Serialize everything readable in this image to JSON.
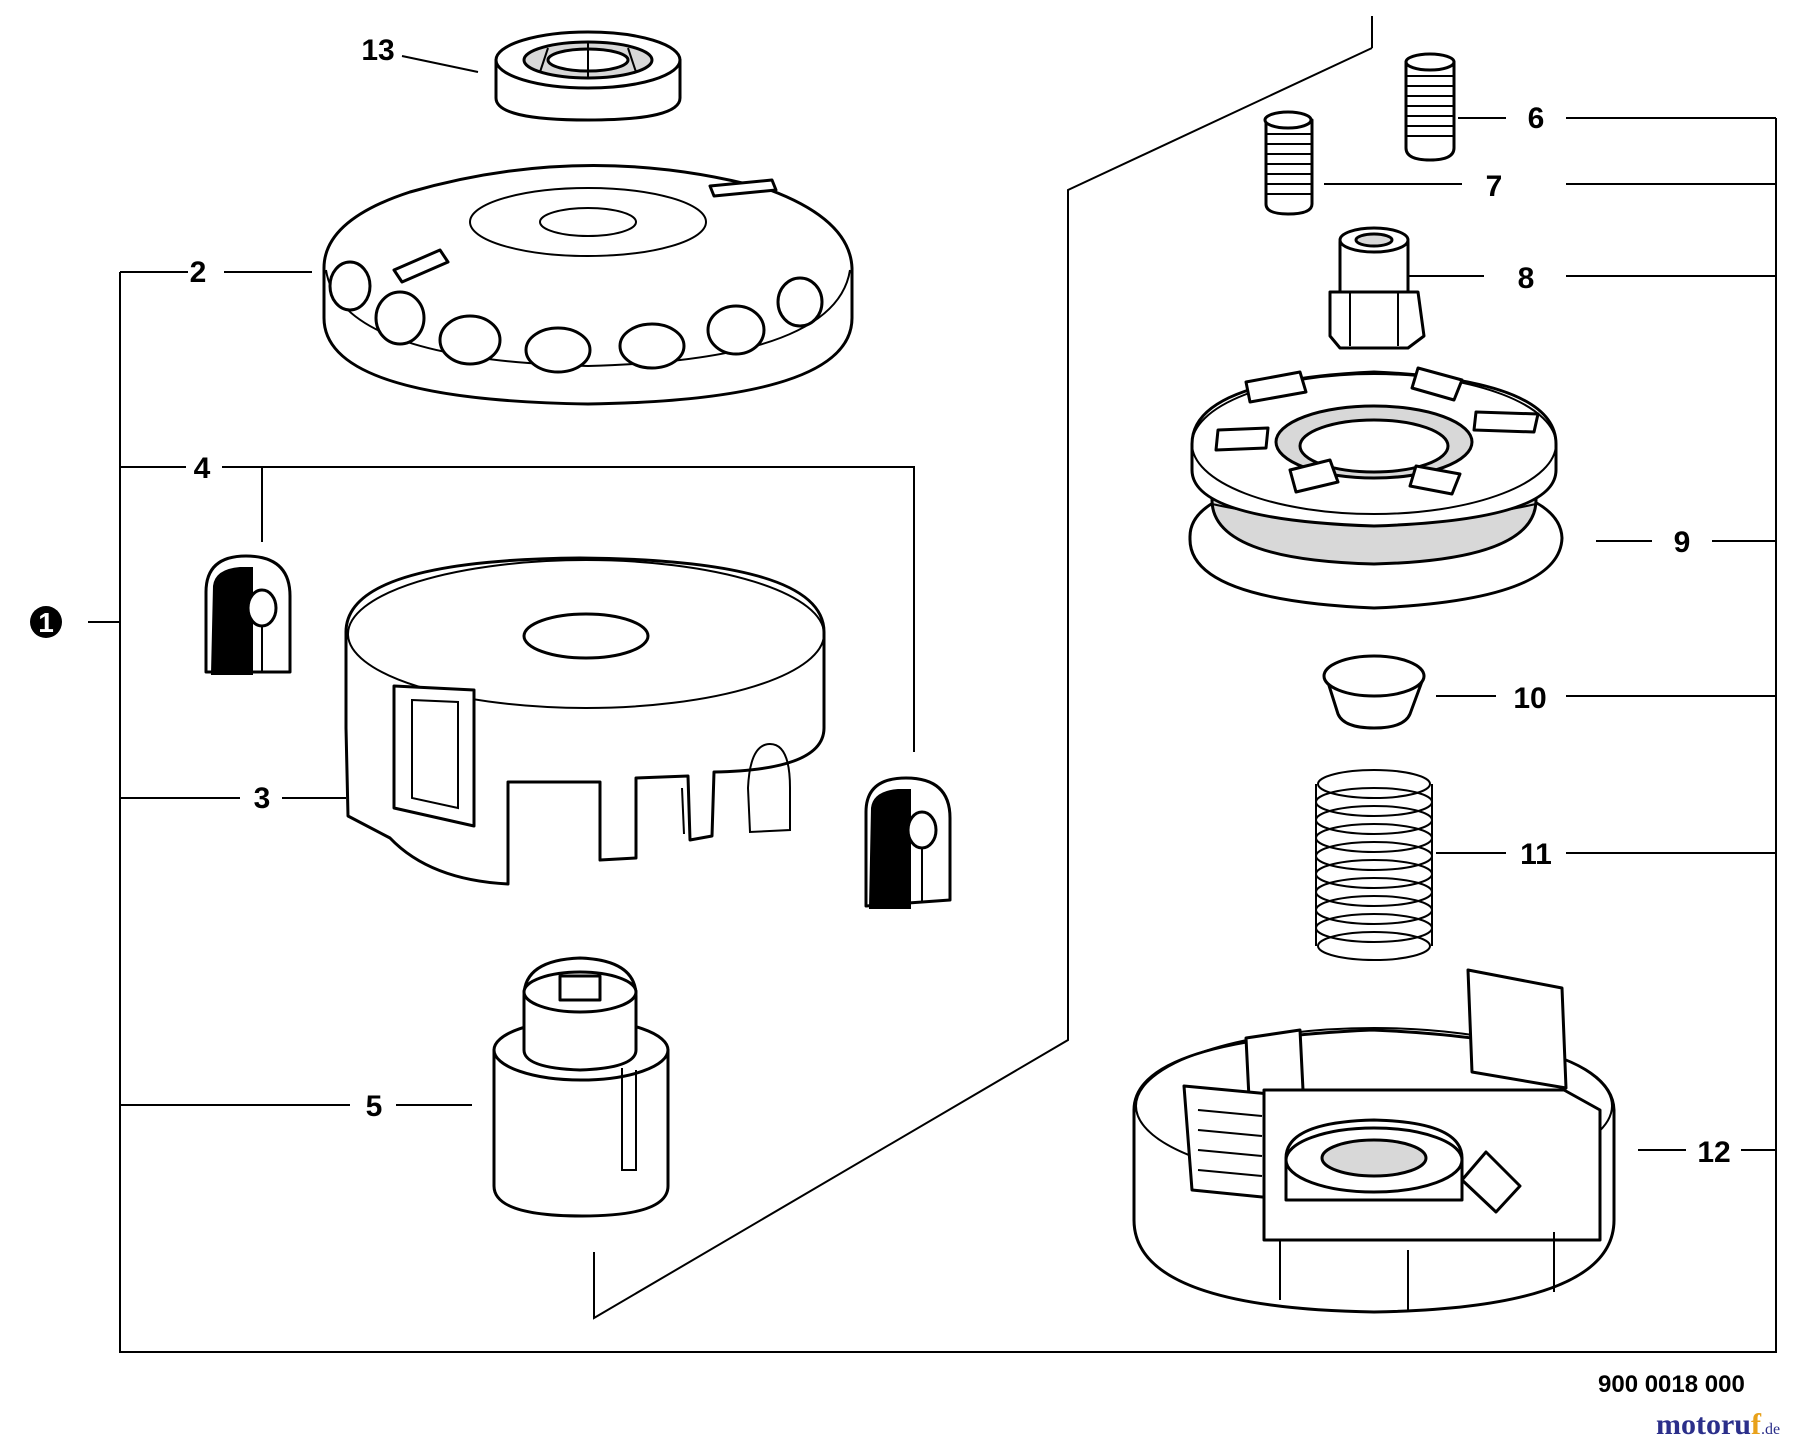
{
  "callouts": {
    "c1": "1",
    "c2": "2",
    "c3": "3",
    "c4": "4",
    "c5": "5",
    "c6": "6",
    "c7": "7",
    "c8": "8",
    "c9": "9",
    "c10": "10",
    "c11": "11",
    "c12": "12",
    "c13": "13"
  },
  "drawing_number": "900 0018 000",
  "watermark": {
    "part_a": "motoru",
    "part_b": "f",
    "part_c": ".de"
  },
  "colors": {
    "line": "#000000",
    "background": "#ffffff",
    "watermark_blue": "#2b2f8a",
    "watermark_orange": "#e8a11a"
  }
}
